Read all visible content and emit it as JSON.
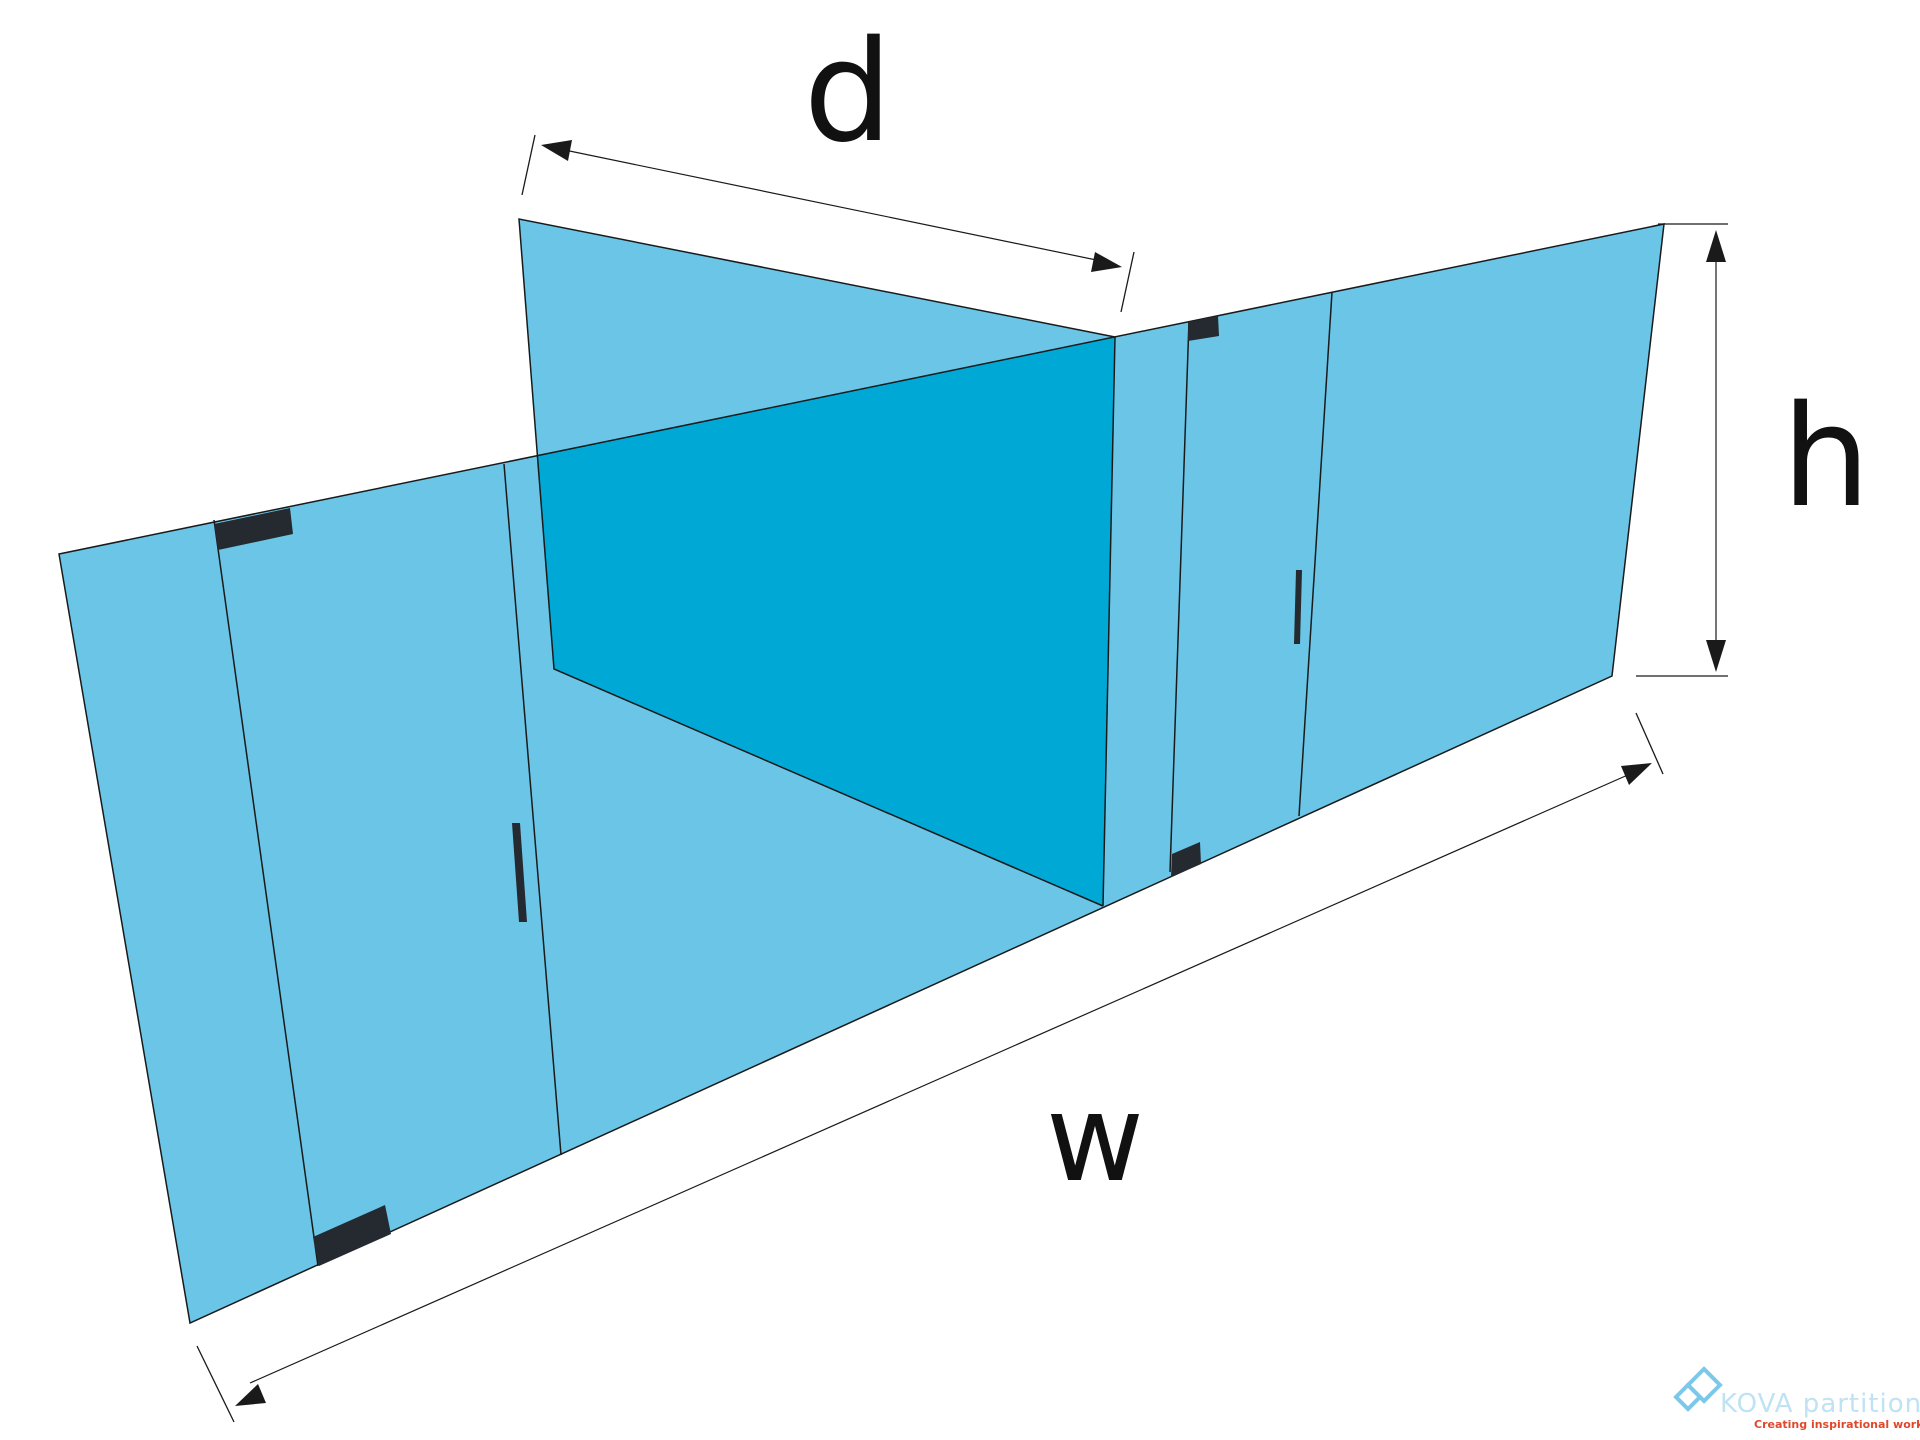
{
  "labels": {
    "depth": "d",
    "height": "h",
    "width": "w"
  },
  "branding": {
    "name": "KOVA partitions",
    "tagline": "Creating inspirational workplaces",
    "logo_icon": "kova-diamond-logo-icon"
  },
  "colors": {
    "glass": "#6ac5e6",
    "glass_overlap": "#00a8d5",
    "fitting": "#242a30",
    "line": "#1a1a1a",
    "brand_accent": "#e0482d"
  }
}
